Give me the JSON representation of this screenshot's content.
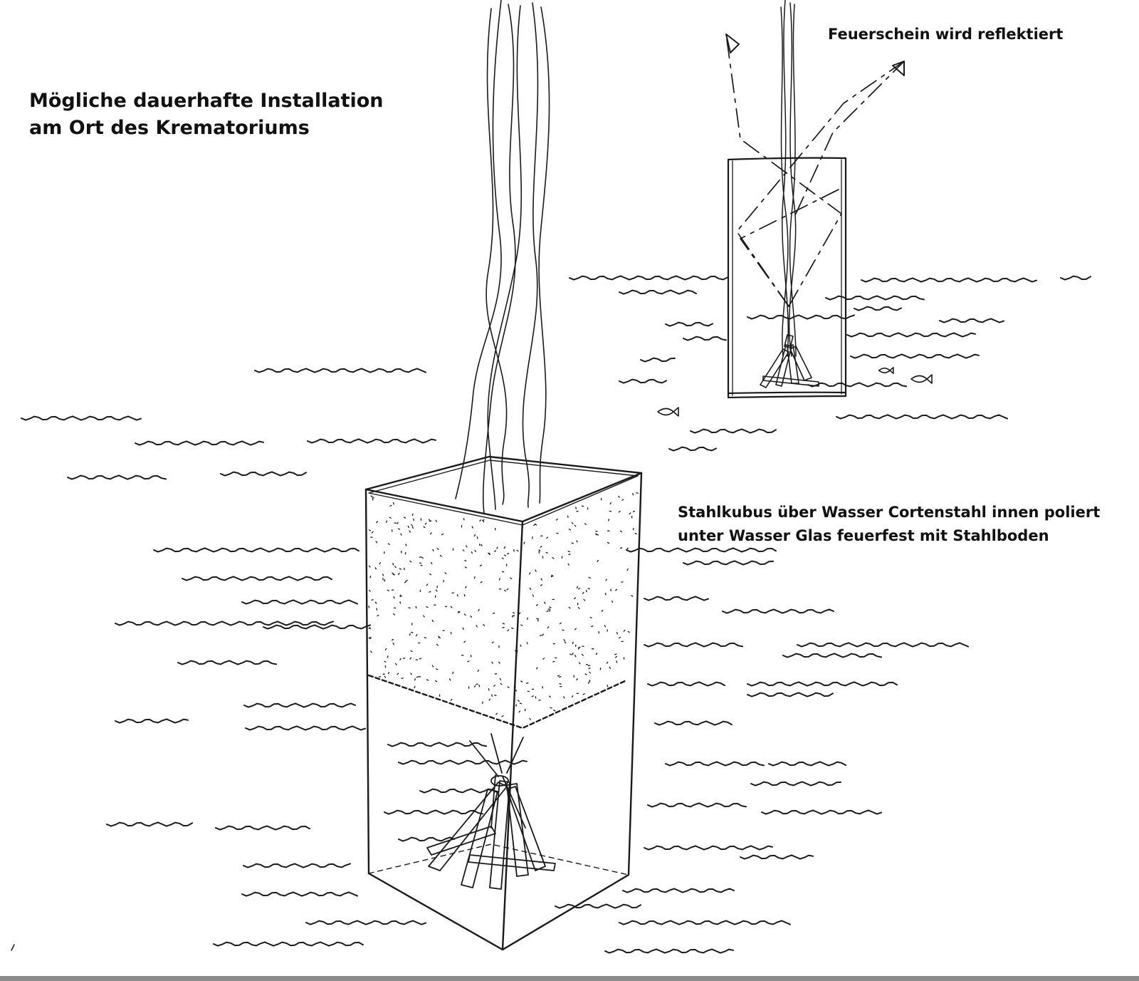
{
  "title": {
    "line1": "Mögliche dauerhafte Installation",
    "line2": "am Ort des Krematoriums"
  },
  "annotations": {
    "reflection": "Feuerschein wird reflektiert",
    "cube_line1": "Stahlkubus  über Wasser Cortenstahl innen poliert",
    "cube_line2": "unter Wasser Glas feuerfest mit Stahlboden"
  },
  "colors": {
    "ink": "#1a1a1a",
    "paper": "#ffffff",
    "rule": "#8a8a8a"
  },
  "icons": [
    "fish-icon",
    "arrow-icon"
  ]
}
